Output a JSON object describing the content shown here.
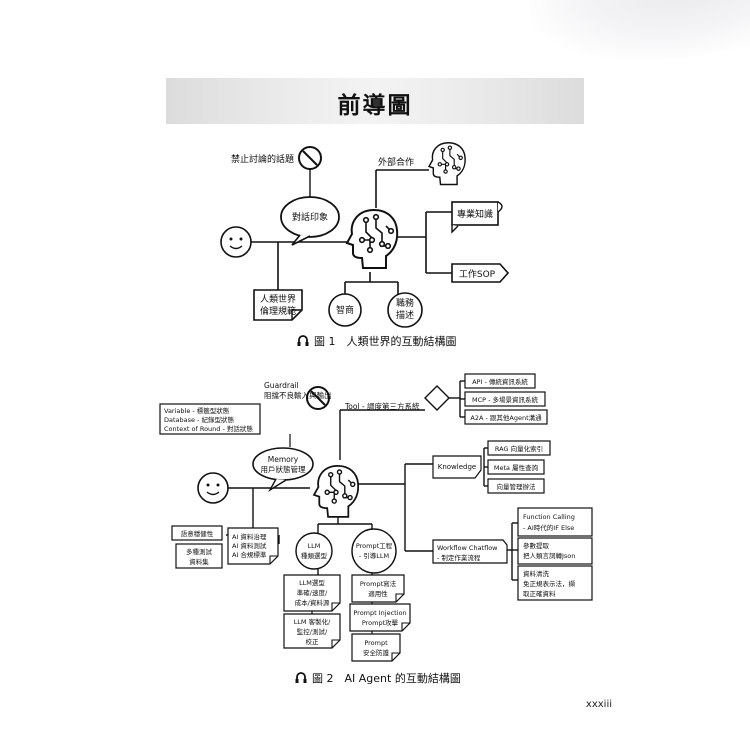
{
  "page": {
    "title": "前導圖",
    "page_number": "xxxiii"
  },
  "figure1": {
    "caption": "圖 1　人類世界的互動結構圖",
    "forbidden_topics": "禁止討論的話題",
    "external_cooperation": "外部合作",
    "dialogue_impression": "對話印象",
    "expertise": "專業知識",
    "work_sop": "工作SOP",
    "human_world_line1": "人類世界",
    "human_world_line2": "倫理規範",
    "iq": "智商",
    "job_desc_line1": "職務",
    "job_desc_line2": "描述"
  },
  "figure2": {
    "caption": "圖 2　AI Agent 的互動結構圖",
    "guardrail_line1": "Guardrail",
    "guardrail_line2": "阻擋不良輸入與輸出",
    "state_line1": "Variable - 標籤型狀態",
    "state_line2": "Database - 紀錄型狀態",
    "state_line3": "Context of Round - 對話狀態",
    "memory_line1": "Memory",
    "memory_line2": "用戶狀態管理",
    "tool": "Tool - 調度第三方系統",
    "api": "API - 傳統資訊系統",
    "mcp": "MCP - 多場景資訊系統",
    "a2a": "A2A - 跟其他Agent溝通",
    "knowledge": "Knowledge",
    "rag": "RAG 向量化索引",
    "meta": "Meta 屬性查詢",
    "vector_mgmt": "向量管理辦法",
    "intent_robust": "語意穩健性",
    "multi_test_line1": "多種測試",
    "multi_test_line2": "資料集",
    "ai_gov_line1": "AI 資料治理",
    "ai_gov_line2": "AI 資料測試",
    "ai_gov_line3": "AI 合規標準",
    "llm_line1": "LLM",
    "llm_line2": "種類選型",
    "prompt_line1": "Prompt工程",
    "prompt_line2": "- 引導LLM",
    "workflow_line1": "Workflow Chatflow",
    "workflow_line2": "- 制定作業流程",
    "fc_line1": "Function Calling",
    "fc_line2": "- AI時代的IF Else",
    "param_line1": "參數提取",
    "param_line2": "把人類言詞轉Json",
    "clean_line1": "資料清洗",
    "clean_line2": "免正規表示法，擷",
    "clean_line3": "取正確資料",
    "llm_select_line1": "LLM選型",
    "llm_select_line2": "準確/速度/",
    "llm_select_line3": "成本/資料源",
    "llm_custom_line1": "LLM 客製化/",
    "llm_custom_line2": "監控/測試/",
    "llm_custom_line3": "校正",
    "prompt_syntax_line1": "Prompt寫法",
    "prompt_syntax_line2": "適用性",
    "prompt_inj_line1": "Prompt Injection",
    "prompt_inj_line2": "Prompt攻擊",
    "prompt_sec_line1": "Prompt",
    "prompt_sec_line2": "安全防護"
  }
}
